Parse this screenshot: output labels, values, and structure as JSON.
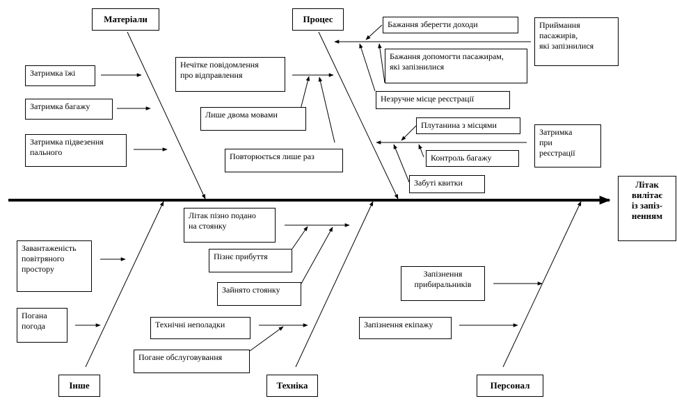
{
  "effect": "Літак\nвилітає\nіз запіз-\nненням",
  "categories": {
    "materials": "Матеріали",
    "process": "Процес",
    "other": "Інше",
    "equipment": "Техніка",
    "personnel": "Персонал"
  },
  "causes": {
    "food_delay": "Затримка їжі",
    "baggage_delay": "Затримка багажу",
    "fuel_delay": "Затримка підвезення\nпального",
    "unclear_announcement": "Нечітке повідомлення\nпро відправлення",
    "two_languages": "Лише двома мовами",
    "repeated_once": "Повторюється лише раз",
    "keep_income": "Бажання зберегти доходи",
    "help_passengers": "Бажання допомогти пасажирам,\nякі запізнилися",
    "accept_late": "Приймання\nпасажирів,\n які запізнилися",
    "checkin_location": "Незручне місце реєстрації",
    "seat_confusion": "Плутанина з місцями",
    "checkin_delay": "Затримка\nпри\nреєстрації",
    "baggage_control": "Контроль багажу",
    "forgotten_tickets": "Забуті квитки",
    "late_to_stand": "Літак пізно подано\nна стоянку",
    "late_arrival": "Пізнє прибуття",
    "stand_occupied": "Зайнято стоянку",
    "airspace": "Завантаженість\nповітряного\nпростору",
    "bad_weather": "Погана\nпогода",
    "tech_faults": "Технічні неполадки",
    "bad_service": "Погане обслуговування",
    "cleaners_delay": "Запізнення\nприбиральників",
    "crew_delay": "Запізнення екіпажу"
  },
  "colors": {
    "line": "#000000",
    "background": "#ffffff"
  }
}
